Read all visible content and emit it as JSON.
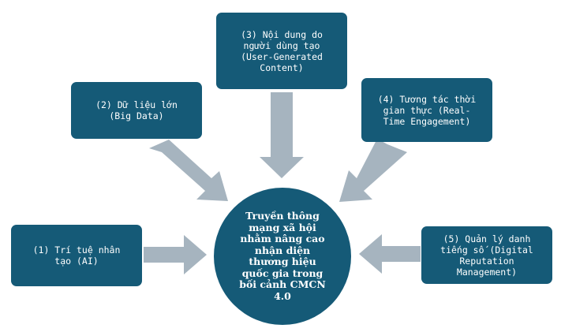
{
  "colors": {
    "box_fill": "#155a77",
    "arrow_fill": "#a6b4bf",
    "text": "#ffffff"
  },
  "center": {
    "label": "Truyền thông\nmạng xã hội\nnhằm nâng cao\nnhận diện\nthương hiệu\nquốc gia trong\nbối cảnh CMCN\n4.0"
  },
  "nodes": [
    {
      "label": "(1) Trí tuệ nhân\ntạo (AI)"
    },
    {
      "label": "(2) Dữ liệu lớn\n(Big Data)"
    },
    {
      "label": "(3) Nội dung do\nngười dùng tạo\n(User-Generated\nContent)"
    },
    {
      "label": "(4) Tương tác thời\ngian thực (Real-\nTime Engagement)"
    },
    {
      "label": "(5) Quản lý danh\ntiếng số (Digital\nReputation\nManagement)"
    }
  ]
}
